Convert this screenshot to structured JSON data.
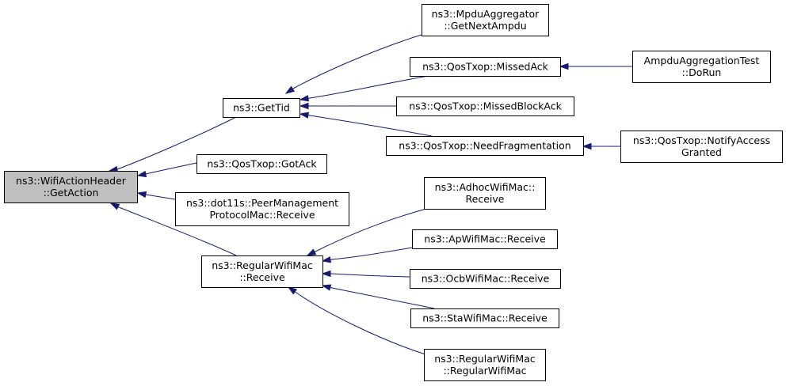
{
  "colors": {
    "edge": "#191970",
    "root_fill": "#bfbfbf",
    "node_fill": "#ffffff",
    "border": "#000000"
  },
  "nodes": {
    "root": {
      "lines": [
        "ns3::WifiActionHeader",
        "::GetAction"
      ]
    },
    "gettid": {
      "lines": [
        "ns3::GetTid"
      ]
    },
    "gotack": {
      "lines": [
        "ns3::QosTxop::GotAck"
      ]
    },
    "peermgmt": {
      "lines": [
        "ns3::dot11s::PeerManagement",
        "ProtocolMac::Receive"
      ]
    },
    "regular": {
      "lines": [
        "ns3::RegularWifiMac",
        "::Receive"
      ]
    },
    "mpdu": {
      "lines": [
        "ns3::MpduAggregator",
        "::GetNextAmpdu"
      ]
    },
    "missedack": {
      "lines": [
        "ns3::QosTxop::MissedAck"
      ]
    },
    "missedblock": {
      "lines": [
        "ns3::QosTxop::MissedBlockAck"
      ]
    },
    "needfrag": {
      "lines": [
        "ns3::QosTxop::NeedFragmentation"
      ]
    },
    "ampdutest": {
      "lines": [
        "AmpduAggregationTest",
        "::DoRun"
      ]
    },
    "notify": {
      "lines": [
        "ns3::QosTxop::NotifyAccess",
        "Granted"
      ]
    },
    "adhoc": {
      "lines": [
        "ns3::AdhocWifiMac::",
        "Receive"
      ]
    },
    "apwifi": {
      "lines": [
        "ns3::ApWifiMac::Receive"
      ]
    },
    "ocb": {
      "lines": [
        "ns3::OcbWifiMac::Receive"
      ]
    },
    "sta": {
      "lines": [
        "ns3::StaWifiMac::Receive"
      ]
    },
    "regctor": {
      "lines": [
        "ns3::RegularWifiMac",
        "::RegularWifiMac"
      ]
    }
  },
  "edges": [
    {
      "from": "gettid",
      "to": "root"
    },
    {
      "from": "gotack",
      "to": "root"
    },
    {
      "from": "peermgmt",
      "to": "root"
    },
    {
      "from": "regular",
      "to": "root"
    },
    {
      "from": "mpdu",
      "to": "gettid"
    },
    {
      "from": "missedack",
      "to": "gettid"
    },
    {
      "from": "missedblock",
      "to": "gettid"
    },
    {
      "from": "needfrag",
      "to": "gettid"
    },
    {
      "from": "ampdutest",
      "to": "missedack"
    },
    {
      "from": "notify",
      "to": "needfrag"
    },
    {
      "from": "adhoc",
      "to": "regular"
    },
    {
      "from": "apwifi",
      "to": "regular"
    },
    {
      "from": "ocb",
      "to": "regular"
    },
    {
      "from": "sta",
      "to": "regular"
    },
    {
      "from": "regctor",
      "to": "regular"
    }
  ]
}
